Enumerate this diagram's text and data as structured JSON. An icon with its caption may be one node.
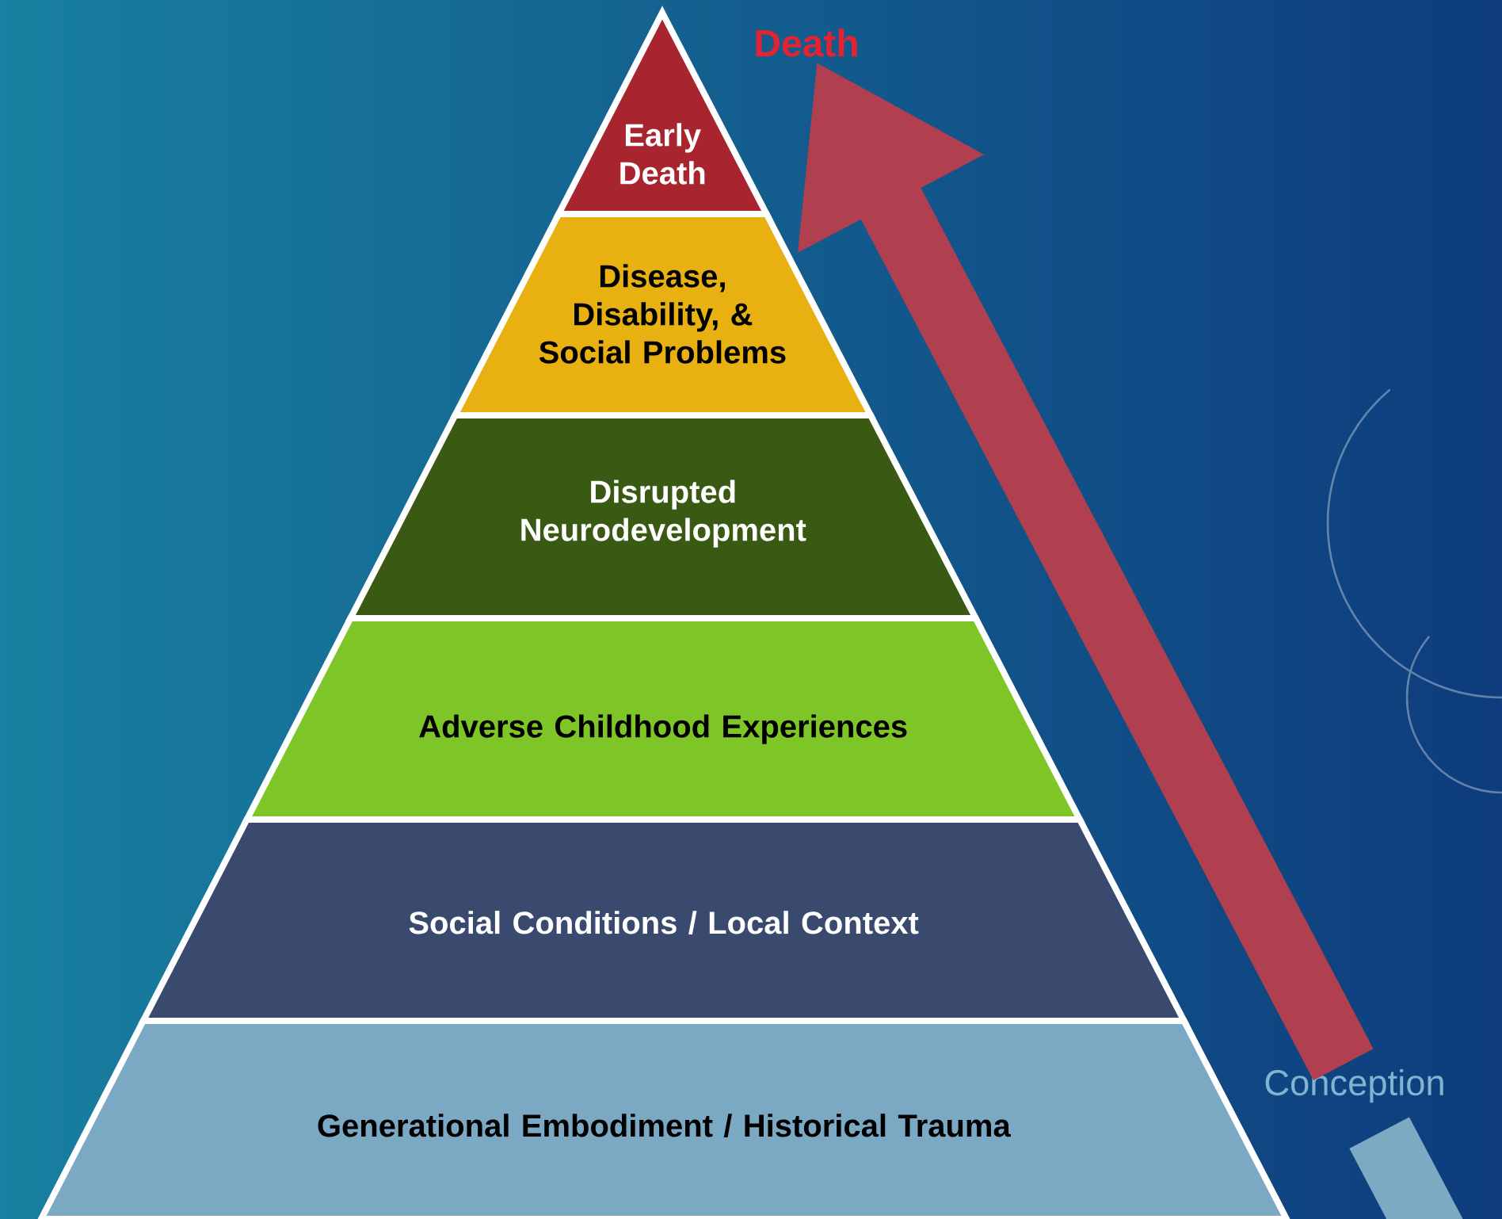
{
  "diagram": {
    "nodes": [
      {
        "text": [
          "Early Death"
        ]
      },
      {
        "text": [
          "Disease, Disability, & Social Problems"
        ]
      },
      {
        "text": [
          "Disrupted Neurodevelopment"
        ]
      },
      {
        "text": [
          "Adverse Childhood Experiences"
        ]
      },
      {
        "text": [
          "Social Conditions / Local Context"
        ]
      },
      {
        "text": [
          "Generational Embodiment / Historical Trauma"
        ]
      },
      {
        "text": [
          "Death"
        ]
      },
      {
        "text": [
          "Conception"
        ]
      }
    ],
    "edges": [
      {
        "from": 7,
        "to": 6,
        "arrow": "to"
      }
    ]
  }
}
